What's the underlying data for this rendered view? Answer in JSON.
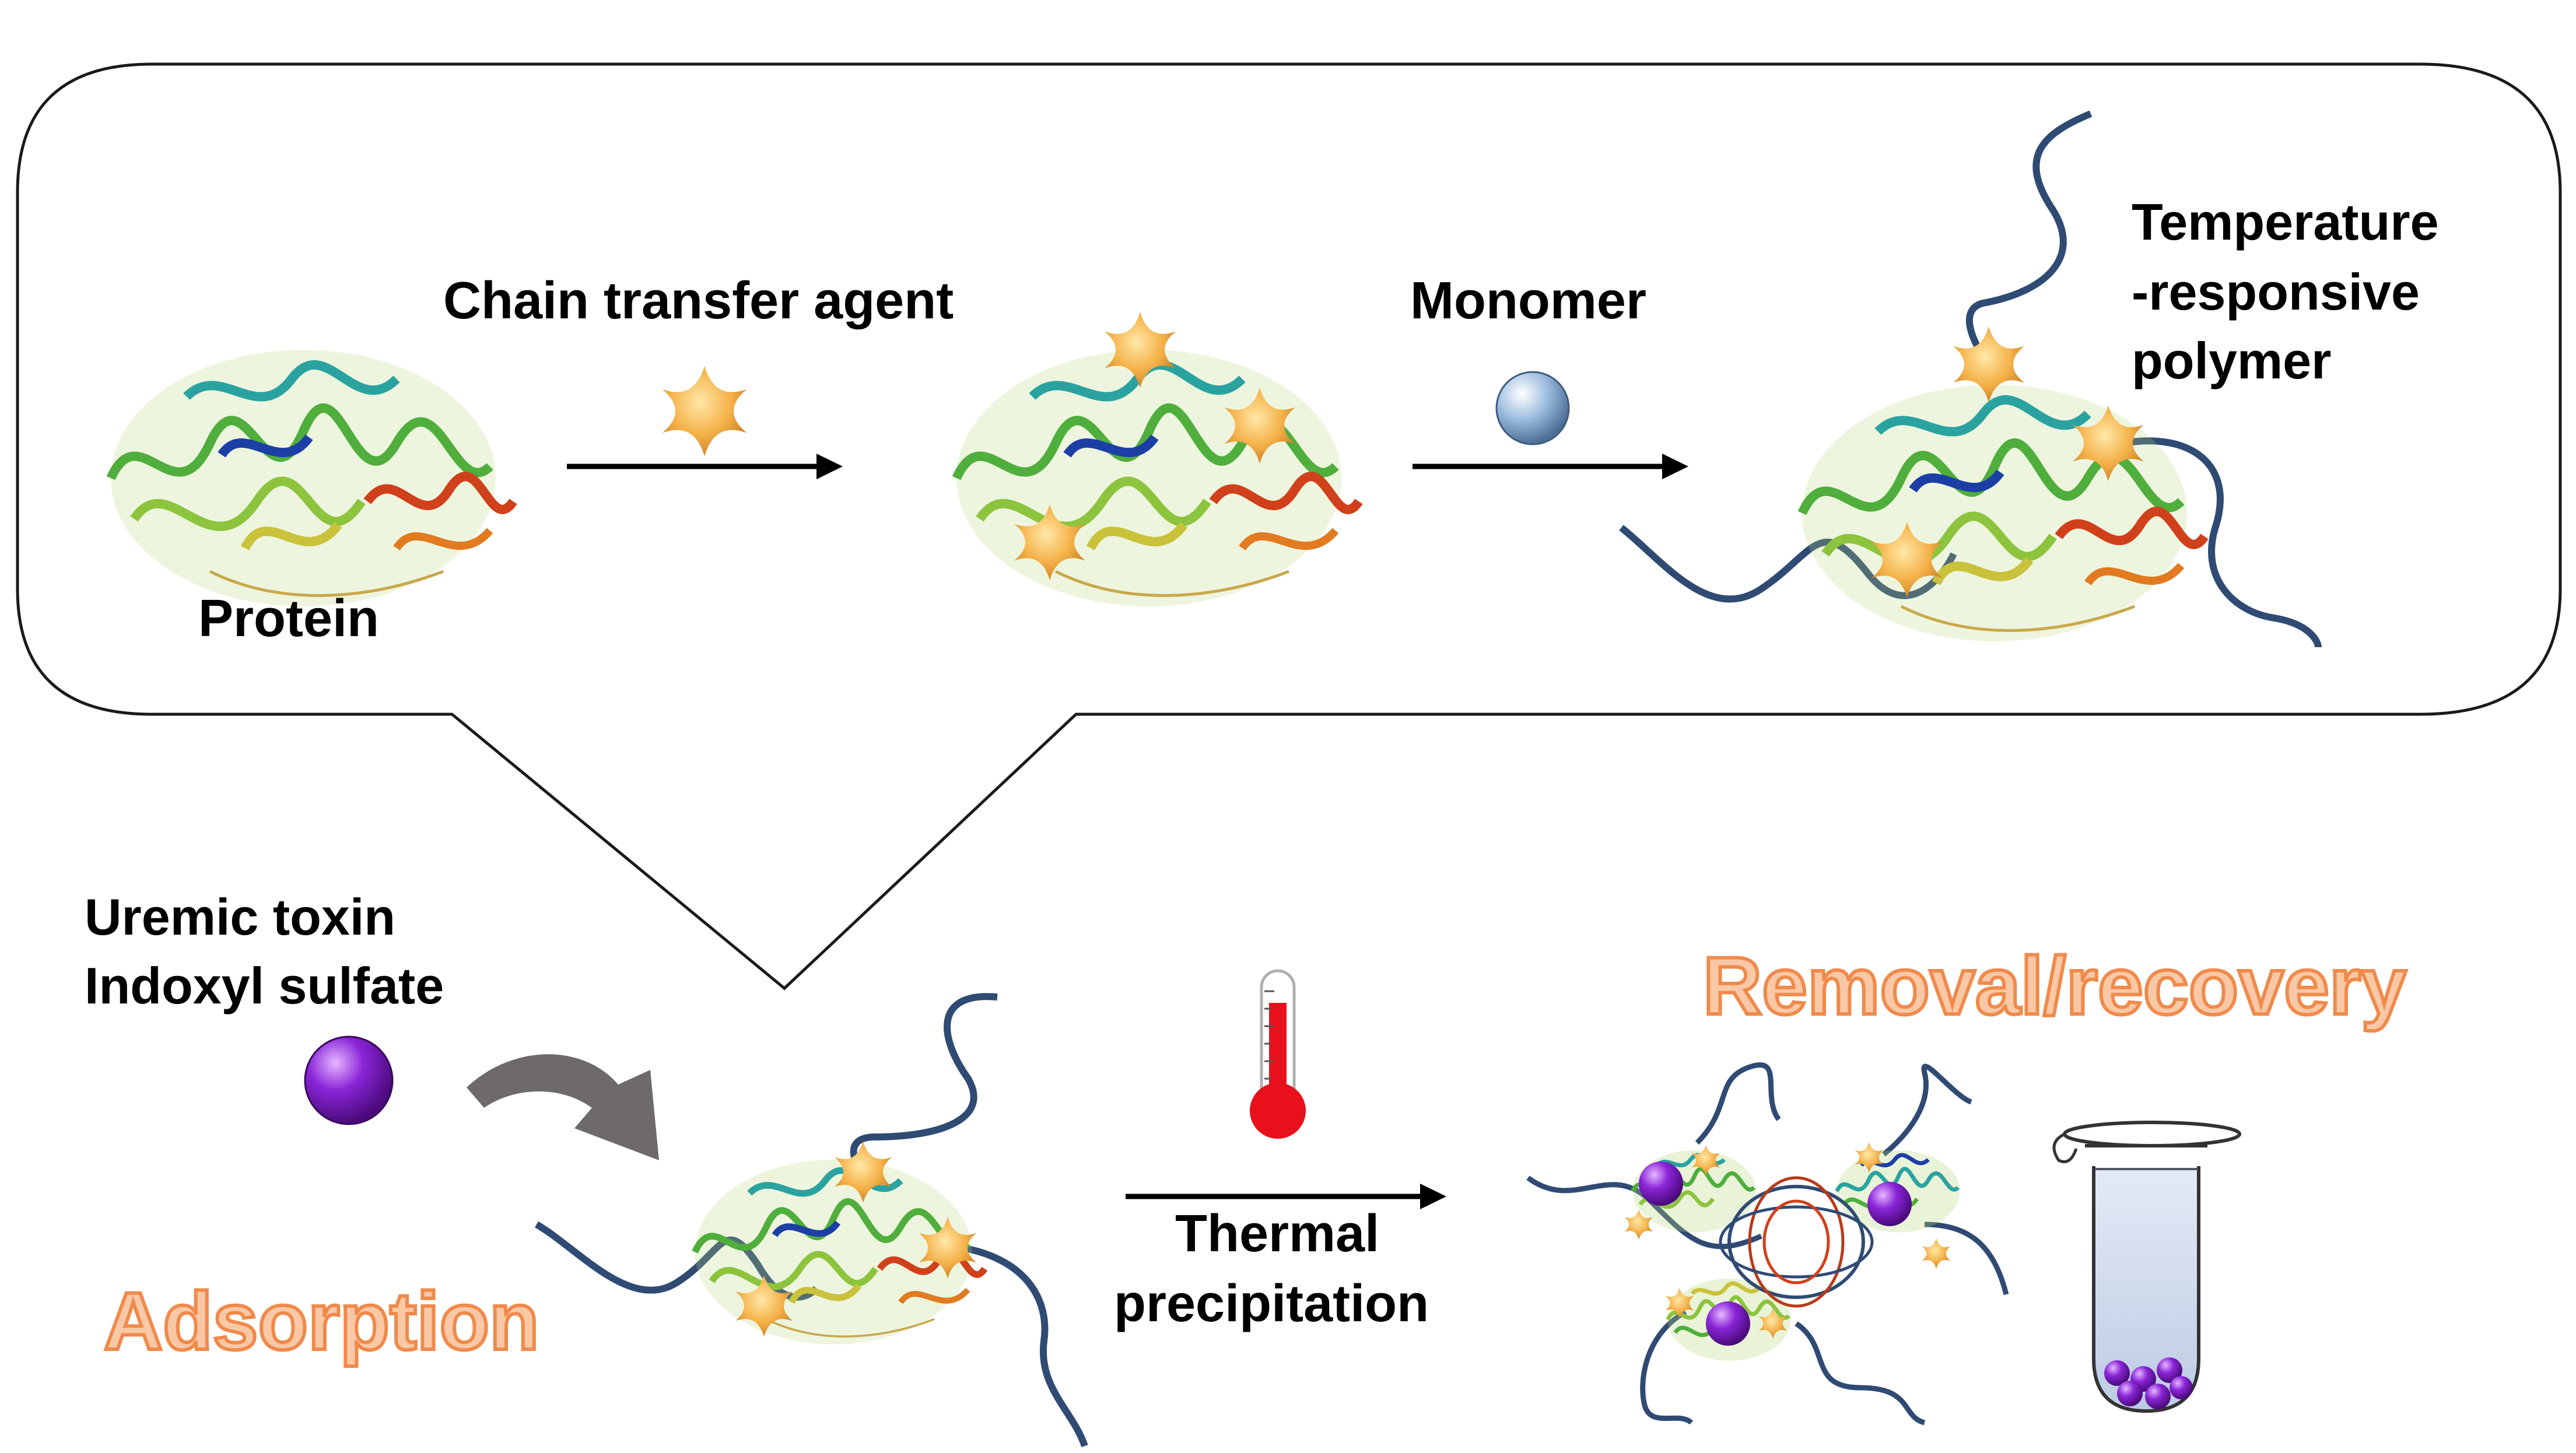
{
  "labels": {
    "protein": "Protein",
    "chain_transfer_agent": "Chain transfer agent",
    "monomer": "Monomer",
    "polymer": [
      "Temperature",
      "-responsive",
      "polymer"
    ],
    "toxin": [
      "Uremic toxin",
      "Indoxyl sulfate"
    ],
    "adsorption": "Adsorption",
    "thermal": [
      "Thermal",
      "precipitation"
    ],
    "removal": "Removal/recovery"
  },
  "colors": {
    "cta_star": "#f5b24a",
    "monomer_bead": "#9fbfe0",
    "polymer_chain": "#2f4b74",
    "toxin_bead": "#7b1fc8",
    "thermometer": "#e8101a",
    "highlight_text_fill": "#f9c8a6",
    "highlight_text_stroke": "#f08a4a",
    "curved_arrow": "#6e6a6a",
    "tube_liquid": "#d3deef"
  },
  "icons": [
    "protein-structure-icon",
    "star-icon",
    "sphere-icon",
    "polymer-chain-icon",
    "thermometer-icon",
    "curved-arrow-icon",
    "tube-icon"
  ]
}
